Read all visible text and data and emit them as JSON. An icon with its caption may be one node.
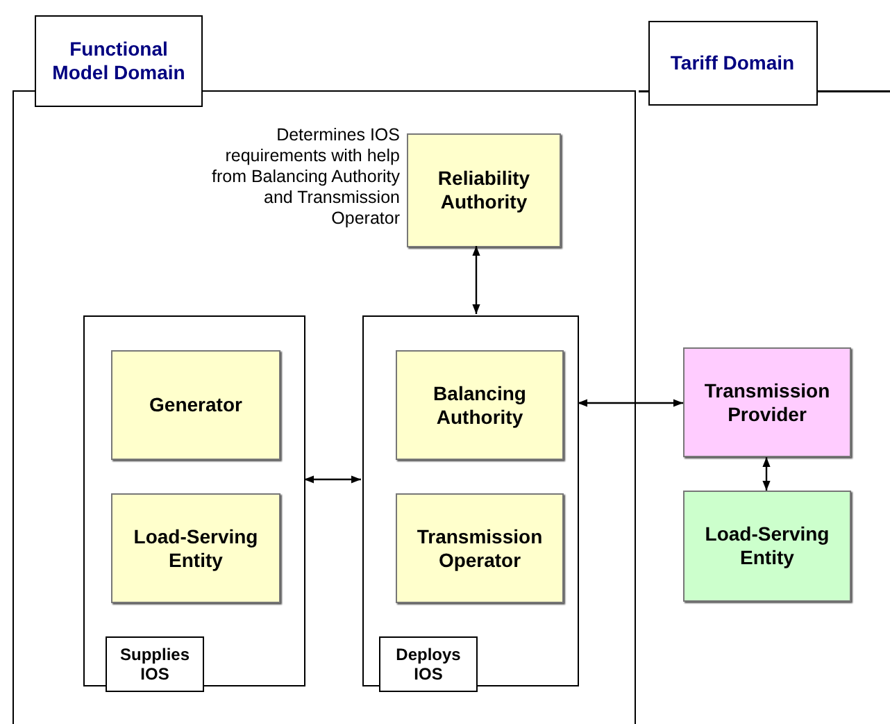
{
  "diagram": {
    "nodes": [
      {
        "text": [
          "Functional Model Domain"
        ]
      },
      {
        "text": [
          "Reliability Authority"
        ],
        "in": 0,
        "beside": [
          "Determines IOS requirements with help from Balancing Authority and Transmission Operator"
        ]
      },
      {
        "text": [
          "Supplies IOS"
        ],
        "in": 0
      },
      {
        "text": [
          "Generator"
        ],
        "in": 2
      },
      {
        "text": [
          "Load-Serving Entity"
        ],
        "in": 2
      },
      {
        "text": [
          "Deploys IOS"
        ],
        "in": 0
      },
      {
        "text": [
          "Balancing Authority"
        ],
        "in": 5
      },
      {
        "text": [
          "Transmission Operator"
        ],
        "in": 5
      },
      {
        "text": [
          "Tariff Domain"
        ]
      },
      {
        "text": [
          "Transmission Provider"
        ],
        "in": 8
      },
      {
        "text": [
          "Load-Serving Entity"
        ],
        "in": 8
      }
    ],
    "edges": [
      {
        "from": 1,
        "to": 5,
        "arrow": "both"
      },
      {
        "from": 2,
        "to": 5,
        "arrow": "both"
      },
      {
        "from": 5,
        "to": 9,
        "arrow": "both"
      },
      {
        "from": 9,
        "to": 10,
        "arrow": "both"
      }
    ]
  }
}
